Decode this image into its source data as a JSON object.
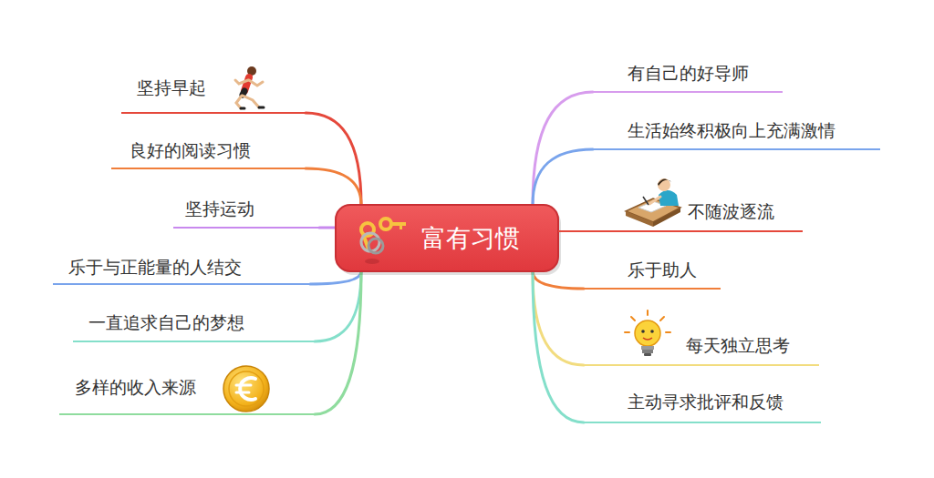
{
  "diagram": {
    "nodes": [
      {
        "text": [
          "富有习惯"
        ]
      },
      {
        "text": [
          "坚持早起"
        ]
      },
      {
        "text": [
          "良好的阅读习惯"
        ]
      },
      {
        "text": [
          "坚持运动"
        ]
      },
      {
        "text": [
          "乐于与正能量的人结交"
        ]
      },
      {
        "text": [
          "一直追求自己的梦想"
        ]
      },
      {
        "text": [
          "多样的收入来源"
        ]
      },
      {
        "text": [
          "有自己的好导师"
        ]
      },
      {
        "text": [
          "生活始终积极向上充满激情"
        ]
      },
      {
        "text": [
          "不随波逐流"
        ]
      },
      {
        "text": [
          "乐于助人"
        ]
      },
      {
        "text": [
          "每天独立思考"
        ]
      },
      {
        "text": [
          "主动寻求批评和反馈"
        ]
      }
    ],
    "edges": [
      {
        "from": 0,
        "to": 1,
        "arrow": "none"
      },
      {
        "from": 0,
        "to": 2,
        "arrow": "none"
      },
      {
        "from": 0,
        "to": 3,
        "arrow": "none"
      },
      {
        "from": 0,
        "to": 4,
        "arrow": "none"
      },
      {
        "from": 0,
        "to": 5,
        "arrow": "none"
      },
      {
        "from": 0,
        "to": 6,
        "arrow": "none"
      },
      {
        "from": 0,
        "to": 7,
        "arrow": "none"
      },
      {
        "from": 0,
        "to": 8,
        "arrow": "none"
      },
      {
        "from": 0,
        "to": 9,
        "arrow": "none"
      },
      {
        "from": 0,
        "to": 10,
        "arrow": "none"
      },
      {
        "from": 0,
        "to": 11,
        "arrow": "none"
      },
      {
        "from": 0,
        "to": 12,
        "arrow": "none"
      }
    ]
  }
}
